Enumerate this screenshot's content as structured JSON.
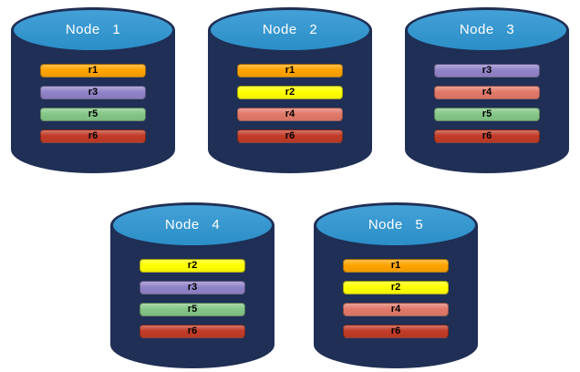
{
  "diagram": {
    "replica_colors": {
      "r1": "#FFA400",
      "r2": "#FFFF00",
      "r3": "#9183C8",
      "r4": "#E2796A",
      "r5": "#84C787",
      "r6": "#C23B28"
    },
    "node_colors": {
      "body": "#1F2F55",
      "top": "#2E96D2",
      "label_text": "#FFFFFF",
      "bar_text": "#000000"
    },
    "nodes": [
      {
        "label": "Node 1",
        "replicas": [
          "r1",
          "r3",
          "r5",
          "r6"
        ]
      },
      {
        "label": "Node 2",
        "replicas": [
          "r1",
          "r2",
          "r4",
          "r6"
        ]
      },
      {
        "label": "Node 3",
        "replicas": [
          "r3",
          "r4",
          "r5",
          "r6"
        ]
      },
      {
        "label": "Node 4",
        "replicas": [
          "r2",
          "r3",
          "r5",
          "r6"
        ]
      },
      {
        "label": "Node 5",
        "replicas": [
          "r1",
          "r2",
          "r4",
          "r6"
        ]
      }
    ]
  }
}
